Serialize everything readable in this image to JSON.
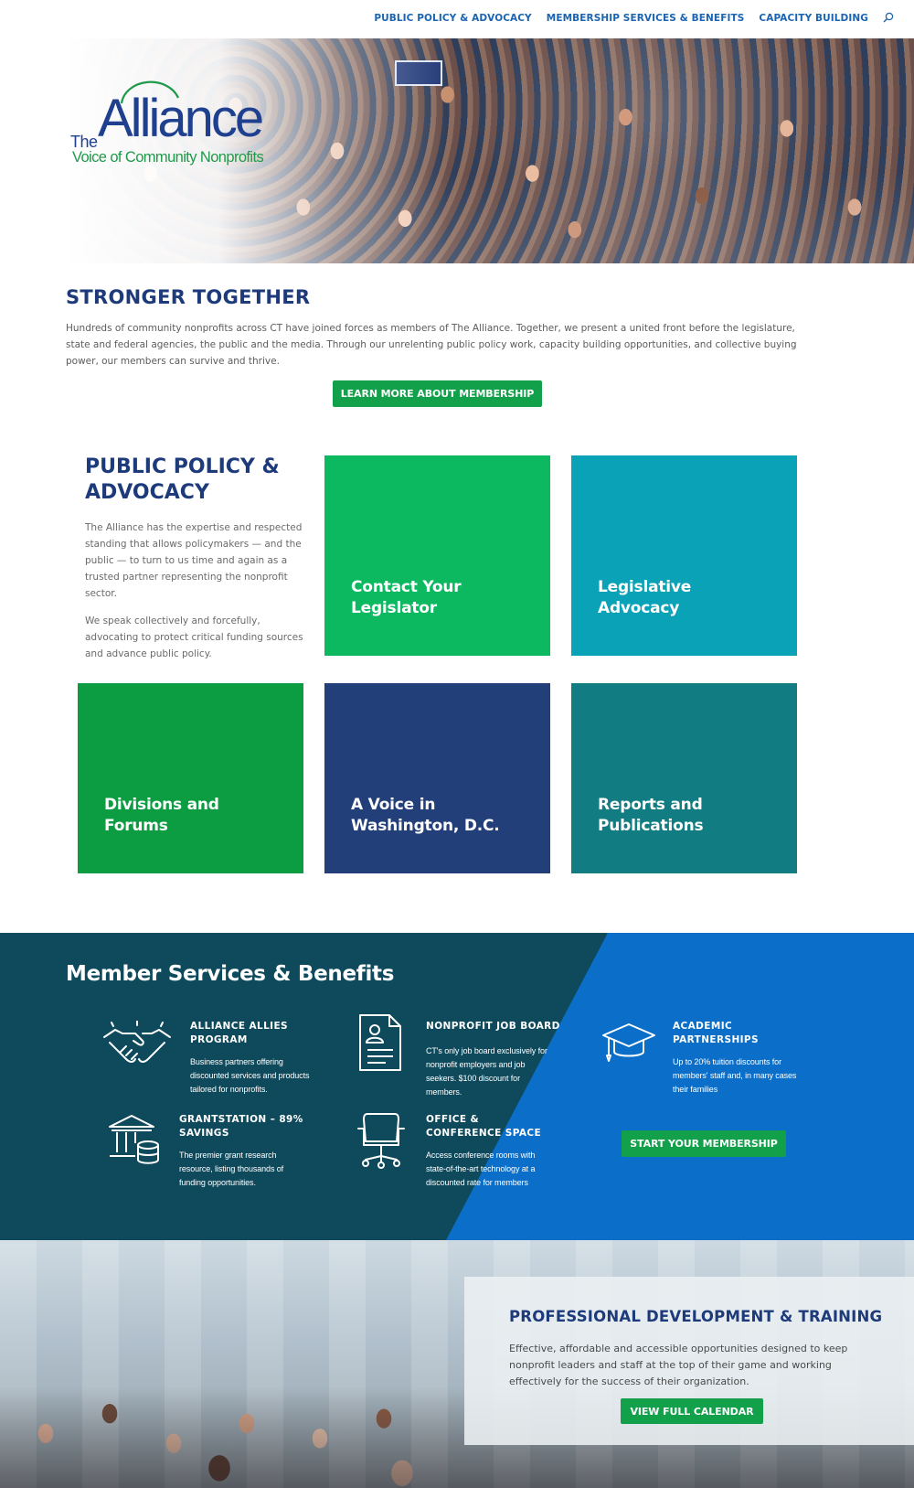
{
  "nav": {
    "items": [
      {
        "label": "PUBLIC POLICY & ADVOCACY"
      },
      {
        "label": "MEMBERSHIP SERVICES & BENEFITS"
      },
      {
        "label": "CAPACITY BUILDING"
      }
    ],
    "search_icon": "search-icon"
  },
  "logo": {
    "the": "The",
    "name": "Alliance",
    "tagline": "Voice of Community Nonprofits",
    "colors": {
      "primary": "#1f3f8f",
      "accent": "#1e9a4a"
    }
  },
  "intro": {
    "title": "STRONGER TOGETHER",
    "text": "Hundreds of community nonprofits across CT have joined forces as members of The Alliance. Together, we present a united front before the legislature, state and federal agencies, the public and the media. Through our unrelenting public policy work, capacity building opportunities, and collective buying power, our members can survive and thrive.",
    "button": "LEARN MORE ABOUT MEMBERSHIP"
  },
  "policy": {
    "title": "PUBLIC POLICY & ADVOCACY",
    "paragraphs": [
      "The Alliance has the expertise and respected standing that allows policymakers — and the public — to turn to us time and again as a trusted partner representing the nonprofit sector.",
      "We speak collectively and forcefully, advocating to protect critical funding sources and advance public policy."
    ],
    "tiles": [
      {
        "label": "Contact Your Legislator",
        "color": "#0cb960"
      },
      {
        "label": "Legislative Advocacy",
        "color": "#0aa2b6"
      },
      {
        "label": "Divisions and Forums",
        "color": "#0c9d43"
      },
      {
        "label": "A Voice in Washington, D.C.",
        "color": "#233f79"
      },
      {
        "label": "Reports and Publications",
        "color": "#117d82"
      }
    ]
  },
  "services": {
    "title": "Member Services & Benefits",
    "items": [
      {
        "icon": "handshake-icon",
        "heading": "ALLIANCE ALLIES PROGRAM",
        "text": "Business partners offering discounted services and products tailored for nonprofits."
      },
      {
        "icon": "job-board-icon",
        "heading": "NONPROFIT JOB BOARD",
        "text": "CT's only job board exclusively for nonprofit employers and job seekers. $100 discount for members."
      },
      {
        "icon": "graduation-cap-icon",
        "heading": "ACADEMIC PARTNERSHIPS",
        "text": "Up to 20% tuition discounts for members' staff and, in many cases their families"
      },
      {
        "icon": "bank-coins-icon",
        "heading": "GRANTSTATION – 89% SAVINGS",
        "text": "The premier grant research resource, listing thousands of funding opportunities."
      },
      {
        "icon": "office-chair-icon",
        "heading": "OFFICE & CONFERENCE SPACE",
        "text": "Access conference rooms with state-of-the-art technology at a discounted rate for members"
      }
    ],
    "button": "START YOUR MEMBERSHIP",
    "colors": {
      "dark": "#0f4a5c",
      "blue": "#0b6ec8"
    }
  },
  "training": {
    "title": "PROFESSIONAL DEVELOPMENT & TRAINING",
    "text": "Effective, affordable and accessible opportunities designed to keep nonprofit leaders and staff at the top of their game and working effectively for the success of their organization.",
    "button": "VIEW FULL CALENDAR"
  },
  "colors": {
    "heading": "#1d3a7a",
    "button": "#12a14a",
    "nav": "#1a64b2"
  }
}
